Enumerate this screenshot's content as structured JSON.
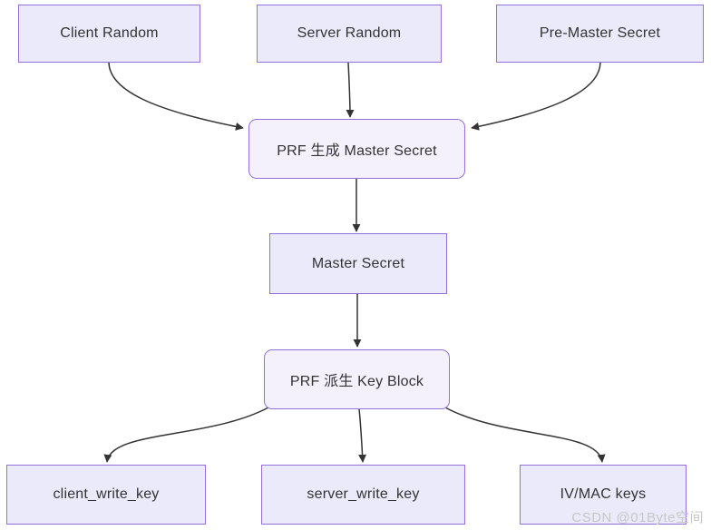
{
  "diagram": {
    "nodes": {
      "client_random": {
        "label": "Client Random",
        "shape": "rect"
      },
      "server_random": {
        "label": "Server Random",
        "shape": "rect"
      },
      "pre_master_secret": {
        "label": "Pre-Master Secret",
        "shape": "rect"
      },
      "prf_gen_master": {
        "label": "PRF 生成 Master Secret",
        "shape": "rounded"
      },
      "master_secret": {
        "label": "Master Secret",
        "shape": "rect"
      },
      "prf_derive_key_block": {
        "label": "PRF 派生 Key Block",
        "shape": "rounded"
      },
      "client_write_key": {
        "label": "client_write_key",
        "shape": "rect"
      },
      "server_write_key": {
        "label": "server_write_key",
        "shape": "rect"
      },
      "iv_mac_keys": {
        "label": "IV/MAC keys",
        "shape": "rect"
      }
    },
    "edges": [
      {
        "from": "client_random",
        "to": "prf_gen_master"
      },
      {
        "from": "server_random",
        "to": "prf_gen_master"
      },
      {
        "from": "pre_master_secret",
        "to": "prf_gen_master"
      },
      {
        "from": "prf_gen_master",
        "to": "master_secret"
      },
      {
        "from": "master_secret",
        "to": "prf_derive_key_block"
      },
      {
        "from": "prf_derive_key_block",
        "to": "client_write_key"
      },
      {
        "from": "prf_derive_key_block",
        "to": "server_write_key"
      },
      {
        "from": "prf_derive_key_block",
        "to": "iv_mac_keys"
      }
    ],
    "colors": {
      "page_bg": "#ffffff",
      "node_fill": "#EAEAFB",
      "node_fill_rounded": "#F4F1FC",
      "node_border": "#9370DB",
      "edge": "#333333",
      "text": "#333333",
      "watermark": "#c7c7c7"
    }
  },
  "watermark": {
    "text": "CSDN @01Byte空间"
  }
}
